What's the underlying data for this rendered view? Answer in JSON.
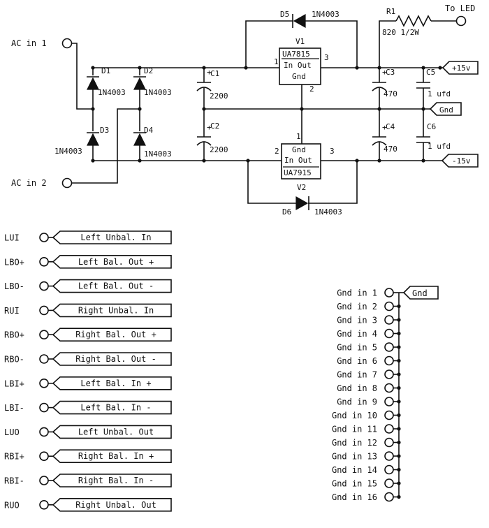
{
  "power": {
    "ac_in_1": "AC in 1",
    "ac_in_2": "AC in 2",
    "to_led": "To LED",
    "d1": "D1",
    "d1_part": "1N4003",
    "d2": "D2",
    "d2_part": "1N4003",
    "d3": "D3",
    "d3_part": "1N4003",
    "d4": "D4",
    "d4_part": "1N4003",
    "d5": "D5",
    "d5_part": "1N4003",
    "d6": "D6",
    "d6_part": "1N4003",
    "r1": "R1",
    "r1_value": "820 1/2W",
    "c1": "C1",
    "c1_value": "2200",
    "c2": "C2",
    "c2_value": "2200",
    "c3": "C3",
    "c3_value": "470",
    "c4": "C4",
    "c4_value": "470",
    "c5": "C5",
    "c5_value": "1 ufd",
    "c6": "C6",
    "c6_value": "1 ufd",
    "v1": "V1",
    "v1_part": "UA7815",
    "v1_pins": "In Out",
    "v1_gnd": "Gnd",
    "v1_pin_in": "1",
    "v1_pin_out": "3",
    "v1_pin_gnd": "2",
    "v2": "V2",
    "v2_part": "UA7915",
    "v2_pins": "In Out",
    "v2_gnd": "Gnd",
    "v2_pin_gnd": "1",
    "v2_pin_in": "2",
    "v2_pin_out": "3",
    "out_pos": "+15v",
    "out_gnd": "Gnd",
    "out_neg": "-15v",
    "plus": "+"
  },
  "io": [
    {
      "id": "LUI",
      "label": "Left Unbal. In"
    },
    {
      "id": "LBO+",
      "label": "Left Bal. Out +"
    },
    {
      "id": "LBO-",
      "label": "Left Bal. Out -"
    },
    {
      "id": "RUI",
      "label": "Right Unbal. In"
    },
    {
      "id": "RBO+",
      "label": "Right Bal. Out +"
    },
    {
      "id": "RBO-",
      "label": "Right Bal. Out -"
    },
    {
      "id": "LBI+",
      "label": "Left Bal. In +"
    },
    {
      "id": "LBI-",
      "label": "Left Bal. In -"
    },
    {
      "id": "LUO",
      "label": "Left Unbal. Out"
    },
    {
      "id": "RBI+",
      "label": "Right Bal. In +"
    },
    {
      "id": "RBI-",
      "label": "Right Bal. In -"
    },
    {
      "id": "RUO",
      "label": "Right Unbal. Out"
    }
  ],
  "ground": {
    "flag": "Gnd",
    "inputs": [
      "Gnd in 1",
      "Gnd in 2",
      "Gnd in 3",
      "Gnd in 4",
      "Gnd in 5",
      "Gnd in 6",
      "Gnd in 7",
      "Gnd in 8",
      "Gnd in 9",
      "Gnd in 10",
      "Gnd in 11",
      "Gnd in 12",
      "Gnd in 13",
      "Gnd in 14",
      "Gnd in 15",
      "Gnd in 16"
    ]
  }
}
